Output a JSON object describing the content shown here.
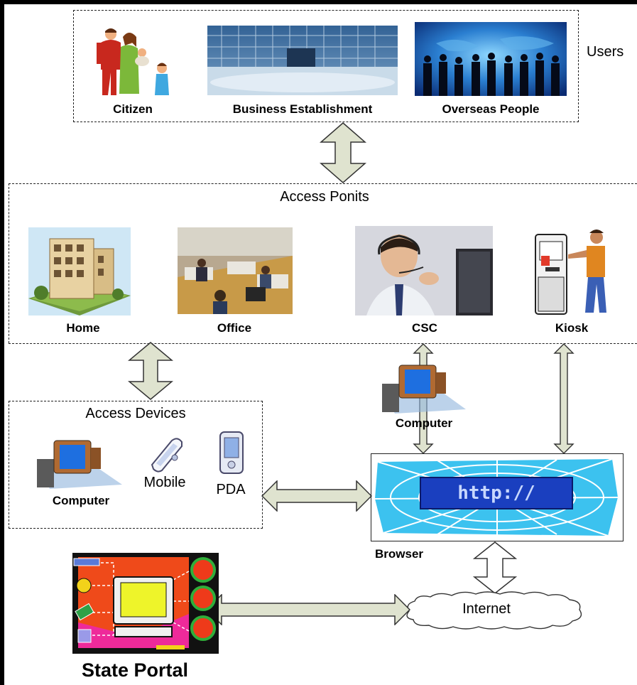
{
  "diagram": {
    "users": {
      "section_label": "Users",
      "items": [
        {
          "label": "Citizen"
        },
        {
          "label": "Business Establishment"
        },
        {
          "label": "Overseas People"
        }
      ]
    },
    "access_points": {
      "section_label": "Access Ponits",
      "items": [
        {
          "label": "Home"
        },
        {
          "label": "Office"
        },
        {
          "label": "CSC"
        },
        {
          "label": "Kiosk"
        }
      ]
    },
    "csc_device": {
      "label": "Computer"
    },
    "access_devices": {
      "section_label": "Access Devices",
      "items": [
        {
          "label": "Computer"
        },
        {
          "label": "Mobile"
        },
        {
          "label": "PDA"
        }
      ]
    },
    "browser": {
      "label": "Browser",
      "banner_text": "http://"
    },
    "internet": {
      "label": "Internet"
    },
    "state_portal": {
      "label": "State Portal"
    }
  }
}
